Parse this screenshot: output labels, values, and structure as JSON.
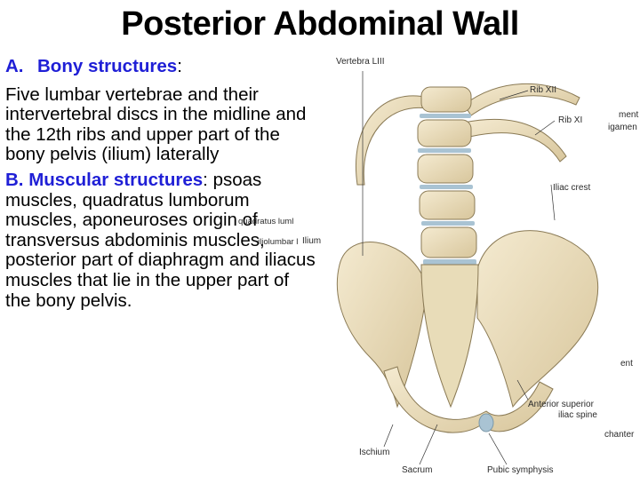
{
  "slide": {
    "title": "Posterior Abdominal Wall",
    "section_a": {
      "letter": "A.",
      "heading": "Bony structures",
      "colon": ":",
      "text": "Five lumbar vertebrae and their intervertebral discs in the midline and the 12th ribs and upper part of the bony pelvis (ilium) laterally"
    },
    "section_b": {
      "heading": "B. Muscular structures",
      "colon": ":",
      "text": "psoas muscles, quadratus lumborum muscles, aponeuroses origin of transversus abdominis muscles, posterior part of diaphragm and iliacus muscles that lie in the upper part of the bony pelvis."
    }
  },
  "figure": {
    "labels": {
      "vertebra": "Vertebra LIII",
      "rib12": "Rib XII",
      "rib11": "Rib XI",
      "iliac_crest": "Iliac crest",
      "ilium": "Ilium",
      "asis_line1": "Anterior superior",
      "asis_line2": "iliac spine",
      "ischium": "Ischium",
      "sacrum": "Sacrum",
      "pubic_symphysis": "Pubic symphysis",
      "cut_right_1": "ment",
      "cut_right_2": "igamen",
      "cut_right_3": "ent",
      "cut_right_4": "chanter",
      "cut_left_1": "quadratus luml",
      "cut_left_2": "iliolumbar l"
    }
  }
}
